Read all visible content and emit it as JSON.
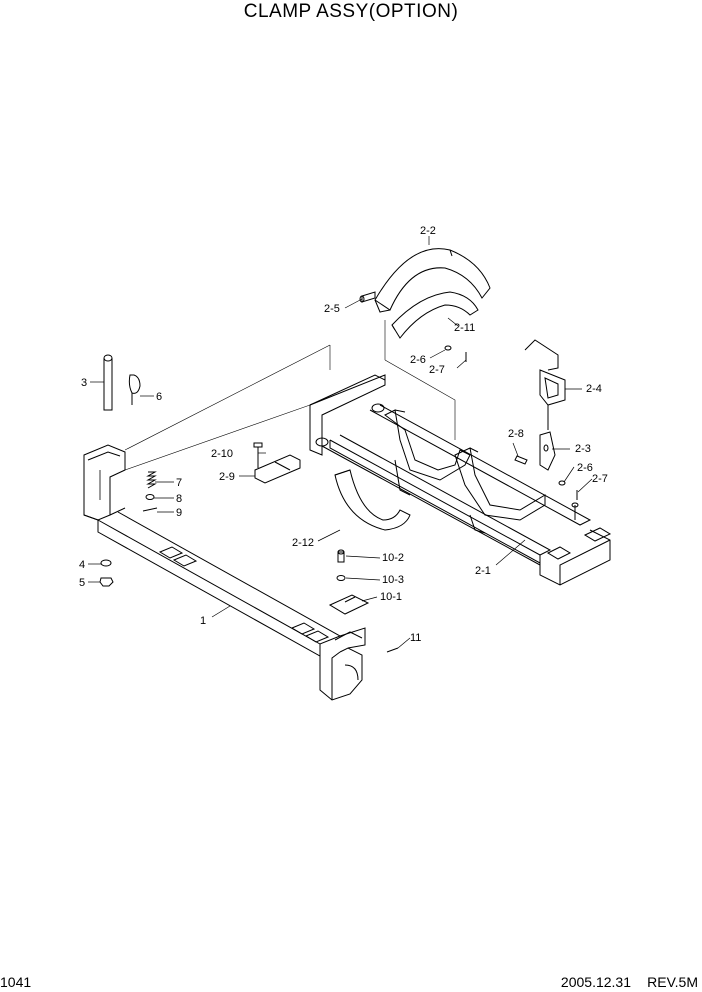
{
  "title": "CLAMP ASSY(OPTION)",
  "footer": {
    "page_number": "1041",
    "date": "2005.12.31",
    "revision": "REV.5M"
  },
  "callouts": {
    "c1": "1",
    "c2_1": "2-1",
    "c2_2": "2-2",
    "c2_3": "2-3",
    "c2_4": "2-4",
    "c2_5": "2-5",
    "c2_6a": "2-6",
    "c2_6b": "2-6",
    "c2_7a": "2-7",
    "c2_7b": "2-7",
    "c2_8": "2-8",
    "c2_9": "2-9",
    "c2_10": "2-10",
    "c2_11": "2-11",
    "c2_12": "2-12",
    "c3": "3",
    "c4": "4",
    "c5": "5",
    "c6": "6",
    "c7": "7",
    "c8": "8",
    "c9": "9",
    "c10_1": "10-1",
    "c10_2": "10-2",
    "c10_3": "10-3",
    "c11": "11"
  }
}
